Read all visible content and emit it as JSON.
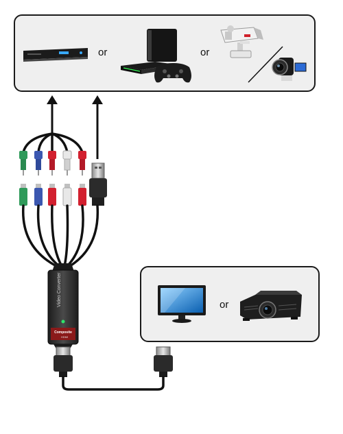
{
  "sources_panel": {
    "separator_1": "or",
    "separator_2": "or"
  },
  "displays_panel": {
    "separator": "or"
  },
  "converter": {
    "brand_text": "",
    "title": "Video Converter",
    "input_label": "Composite",
    "output_label": "HDMI"
  },
  "colors": {
    "rca_green": "#2f9a5a",
    "rca_blue": "#3b57b0",
    "rca_red": "#d2202f",
    "rca_white": "#e8e8e8",
    "panel_bg": "#efefef",
    "panel_border": "#1a1a1a",
    "cable": "#111111",
    "led": "#2ee66b"
  },
  "icons": [
    "dvd-player-icon",
    "game-console-icon",
    "gamepad-icon",
    "security-camera-icon",
    "camcorder-icon",
    "tv-monitor-icon",
    "projector-icon",
    "usb-plug-icon",
    "hdmi-plug-icon",
    "rca-plug-icon"
  ]
}
